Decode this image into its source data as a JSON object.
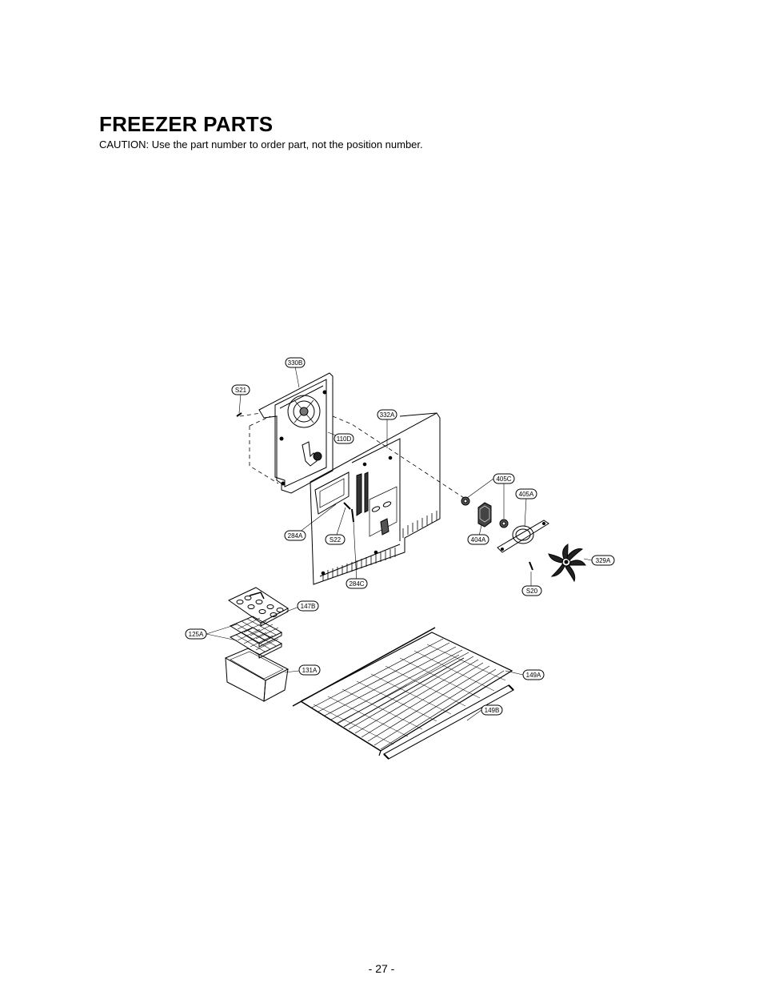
{
  "page": {
    "title": "FREEZER PARTS",
    "caution": "CAUTION: Use the part number to order part, not the position number.",
    "page_number": "- 27 -"
  },
  "diagram": {
    "labels": [
      {
        "id": "330B"
      },
      {
        "id": "S21"
      },
      {
        "id": "332A"
      },
      {
        "id": "110D"
      },
      {
        "id": "405C"
      },
      {
        "id": "405A"
      },
      {
        "id": "284A"
      },
      {
        "id": "S22"
      },
      {
        "id": "404A"
      },
      {
        "id": "329A"
      },
      {
        "id": "284C"
      },
      {
        "id": "S20"
      },
      {
        "id": "147B"
      },
      {
        "id": "125A"
      },
      {
        "id": "131A"
      },
      {
        "id": "149A"
      },
      {
        "id": "149B"
      }
    ]
  }
}
